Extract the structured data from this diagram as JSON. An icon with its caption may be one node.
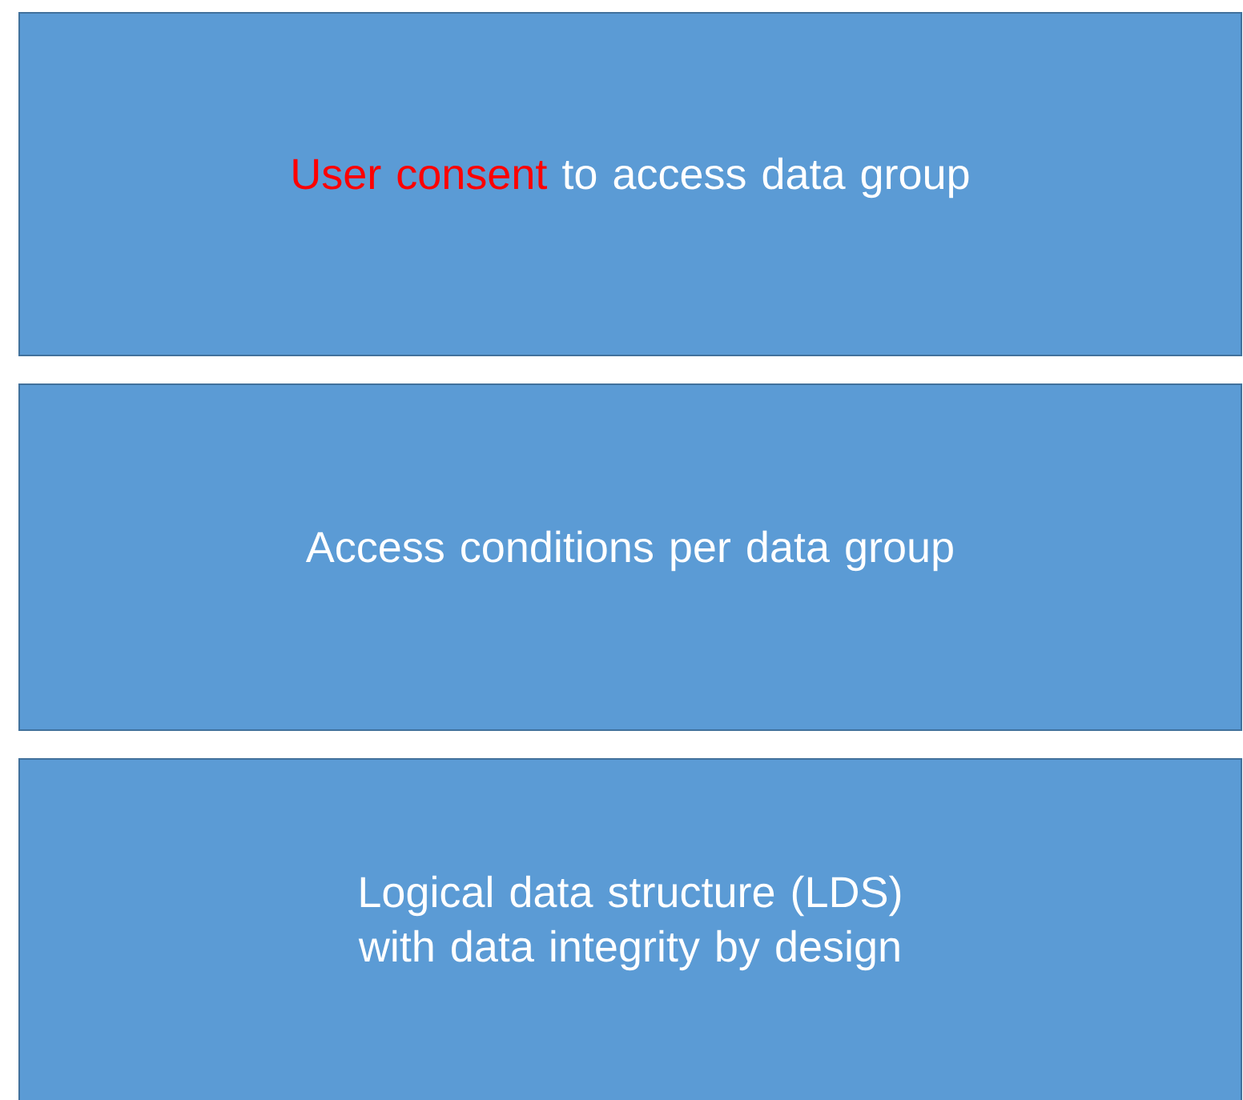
{
  "diagram": {
    "nodes": [
      {
        "text": [
          "User consent",
          "to access data group"
        ]
      },
      {
        "text": [
          "Access conditions per data group"
        ]
      },
      {
        "text": [
          "Logical data structure (LDS) with data integrity by design"
        ]
      }
    ]
  }
}
